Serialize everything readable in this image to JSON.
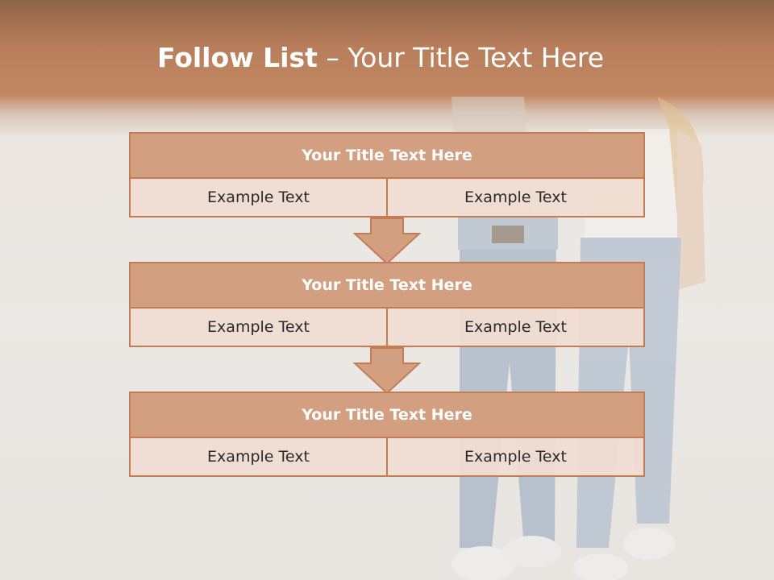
{
  "slide": {
    "title_bold": "Follow List",
    "title_rest": " – Your Title Text Here"
  },
  "blocks": [
    {
      "title": "Your Title Text Here",
      "left": "Example Text",
      "right": "Example Text"
    },
    {
      "title": "Your Title Text Here",
      "left": "Example Text",
      "right": "Example Text"
    },
    {
      "title": "Your Title Text Here",
      "left": "Example Text",
      "right": "Example Text"
    }
  ],
  "colors": {
    "header": "#c28863",
    "block_title_fill": "#d2a080",
    "block_border": "#c47c55",
    "block_row_fill": "#f0dcd2"
  },
  "icons": {
    "connector": "down-arrow-icon",
    "background": "people-in-jeans-photo"
  }
}
